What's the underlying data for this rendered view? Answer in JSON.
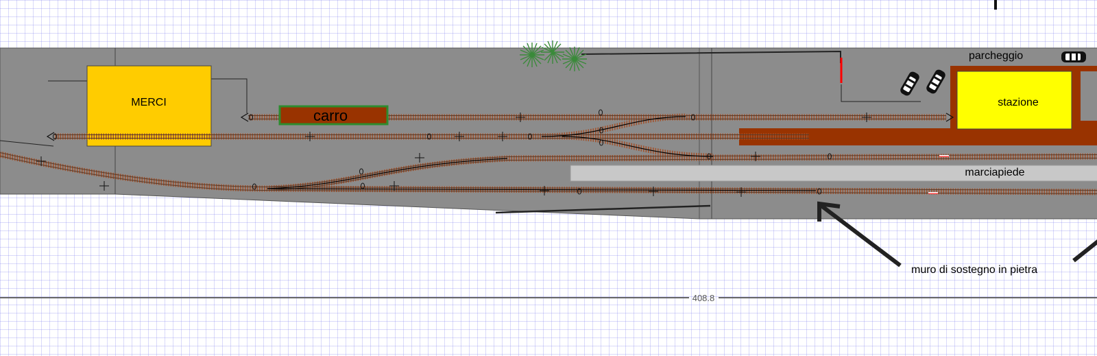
{
  "labels": {
    "freight_building": "MERCI",
    "wagon": "carro",
    "station": "stazione",
    "parking": "parcheggio",
    "platform": "marciapiede",
    "retaining_wall": "muro di sostegno in pietra",
    "dimension": "408.8"
  },
  "colors": {
    "grid": "#b7b7f0",
    "baseboard": "#8c8c8c",
    "freight_building": "#ffcc00",
    "station_building": "#ffff00",
    "station_base": "#993300",
    "wagon_fill": "#993300",
    "wagon_border": "#2e8b2e",
    "platform": "#c8c8c8",
    "rail_tie": "#a0522d",
    "tree": "#3a8a3a",
    "signal": "#ff0000"
  }
}
